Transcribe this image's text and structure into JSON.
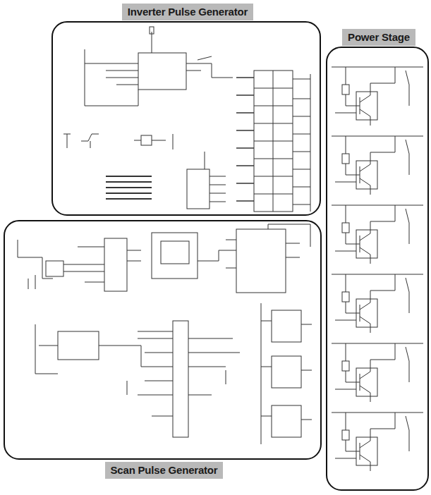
{
  "diagram": {
    "nodes": [
      {
        "text": [
          "Inverter Pulse Generator"
        ]
      },
      {
        "text": [
          "Power Stage"
        ]
      },
      {
        "text": [
          "Scan Pulse Generator"
        ]
      }
    ]
  }
}
